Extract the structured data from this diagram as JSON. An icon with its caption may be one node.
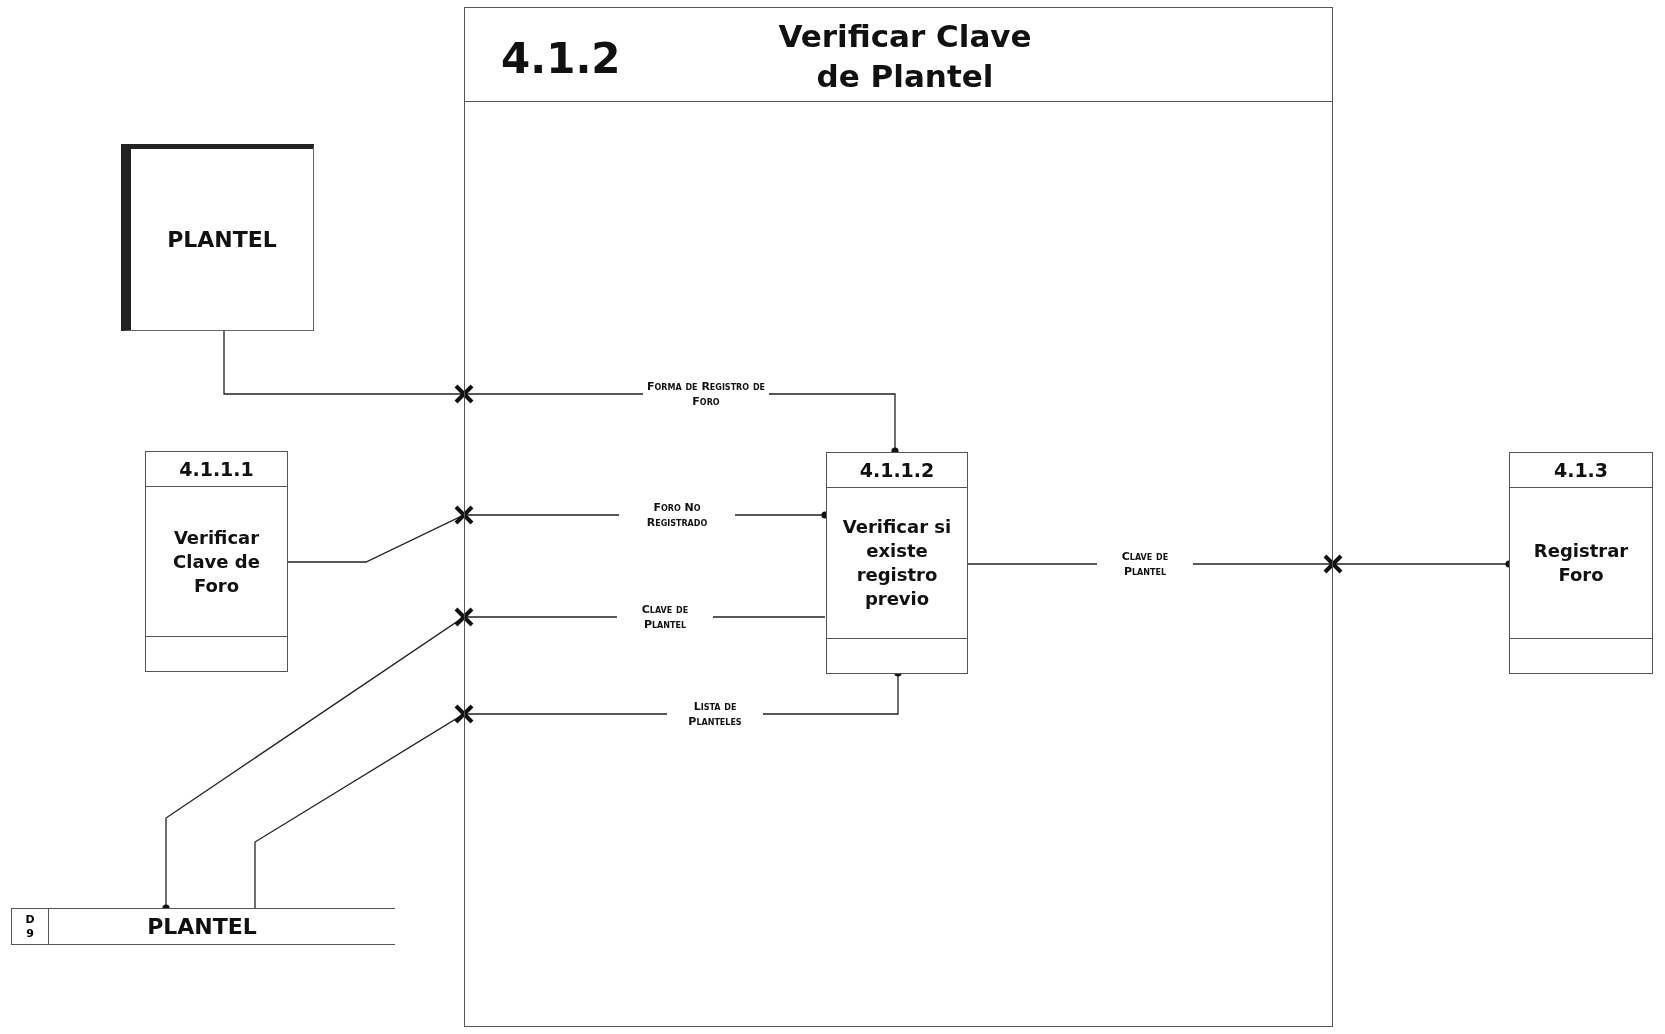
{
  "diagram": {
    "nodes": [
      {
        "text": [
          "4.1.2",
          "Verificar Clave de Plantel"
        ]
      },
      {
        "text": [
          "PLANTEL"
        ]
      },
      {
        "text": [
          "4.1.1.1",
          "Verificar Clave de Foro"
        ]
      },
      {
        "text": [
          "4.1.1.2",
          "Verificar si existe registro previo"
        ],
        "in": 0
      },
      {
        "text": [
          "4.1.3",
          "Registrar Foro"
        ]
      },
      {
        "text": [
          "D 9",
          "PLANTEL"
        ]
      }
    ],
    "edges": [
      {
        "from": 1,
        "to": 3,
        "arrow": "other",
        "label": "Forma de Registro de Foro"
      },
      {
        "from": 2,
        "to": 3,
        "arrow": "other",
        "label": "Foro No Registrado"
      },
      {
        "from": 3,
        "to": 5,
        "arrow": "other",
        "label": "Clave de Plantel"
      },
      {
        "from": 5,
        "to": 3,
        "arrow": "other",
        "label": "Lista de Planteles"
      },
      {
        "from": 3,
        "to": 4,
        "arrow": "other",
        "label": "Clave de Plantel"
      }
    ]
  }
}
